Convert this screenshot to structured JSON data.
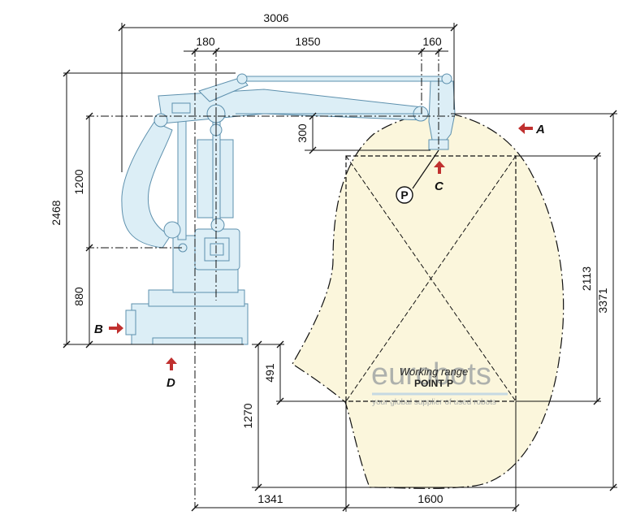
{
  "dimensions": {
    "overall_width": "3006",
    "offset_180": "180",
    "arm_1850": "1850",
    "offset_160": "160",
    "height_2468": "2468",
    "height_1200": "1200",
    "height_880": "880",
    "drop_300": "300",
    "range_2113": "2113",
    "range_3371": "3371",
    "below_491": "491",
    "below_1270": "1270",
    "reach_1341": "1341",
    "range_1600": "1600"
  },
  "view_labels": {
    "a": "A",
    "b": "B",
    "c": "C",
    "d": "D"
  },
  "point_label": "P",
  "working_range": {
    "line1": "Working range",
    "line2": "POINT P"
  },
  "watermark": {
    "brand": "eurobots",
    "tagline": "your global supplier of used robots"
  },
  "colors": {
    "range_fill": "#fbf6dc",
    "robot_fill": "#dceef6",
    "robot_stroke": "#5d90ad",
    "arrow_red": "#c0302f",
    "line": "#111111"
  }
}
